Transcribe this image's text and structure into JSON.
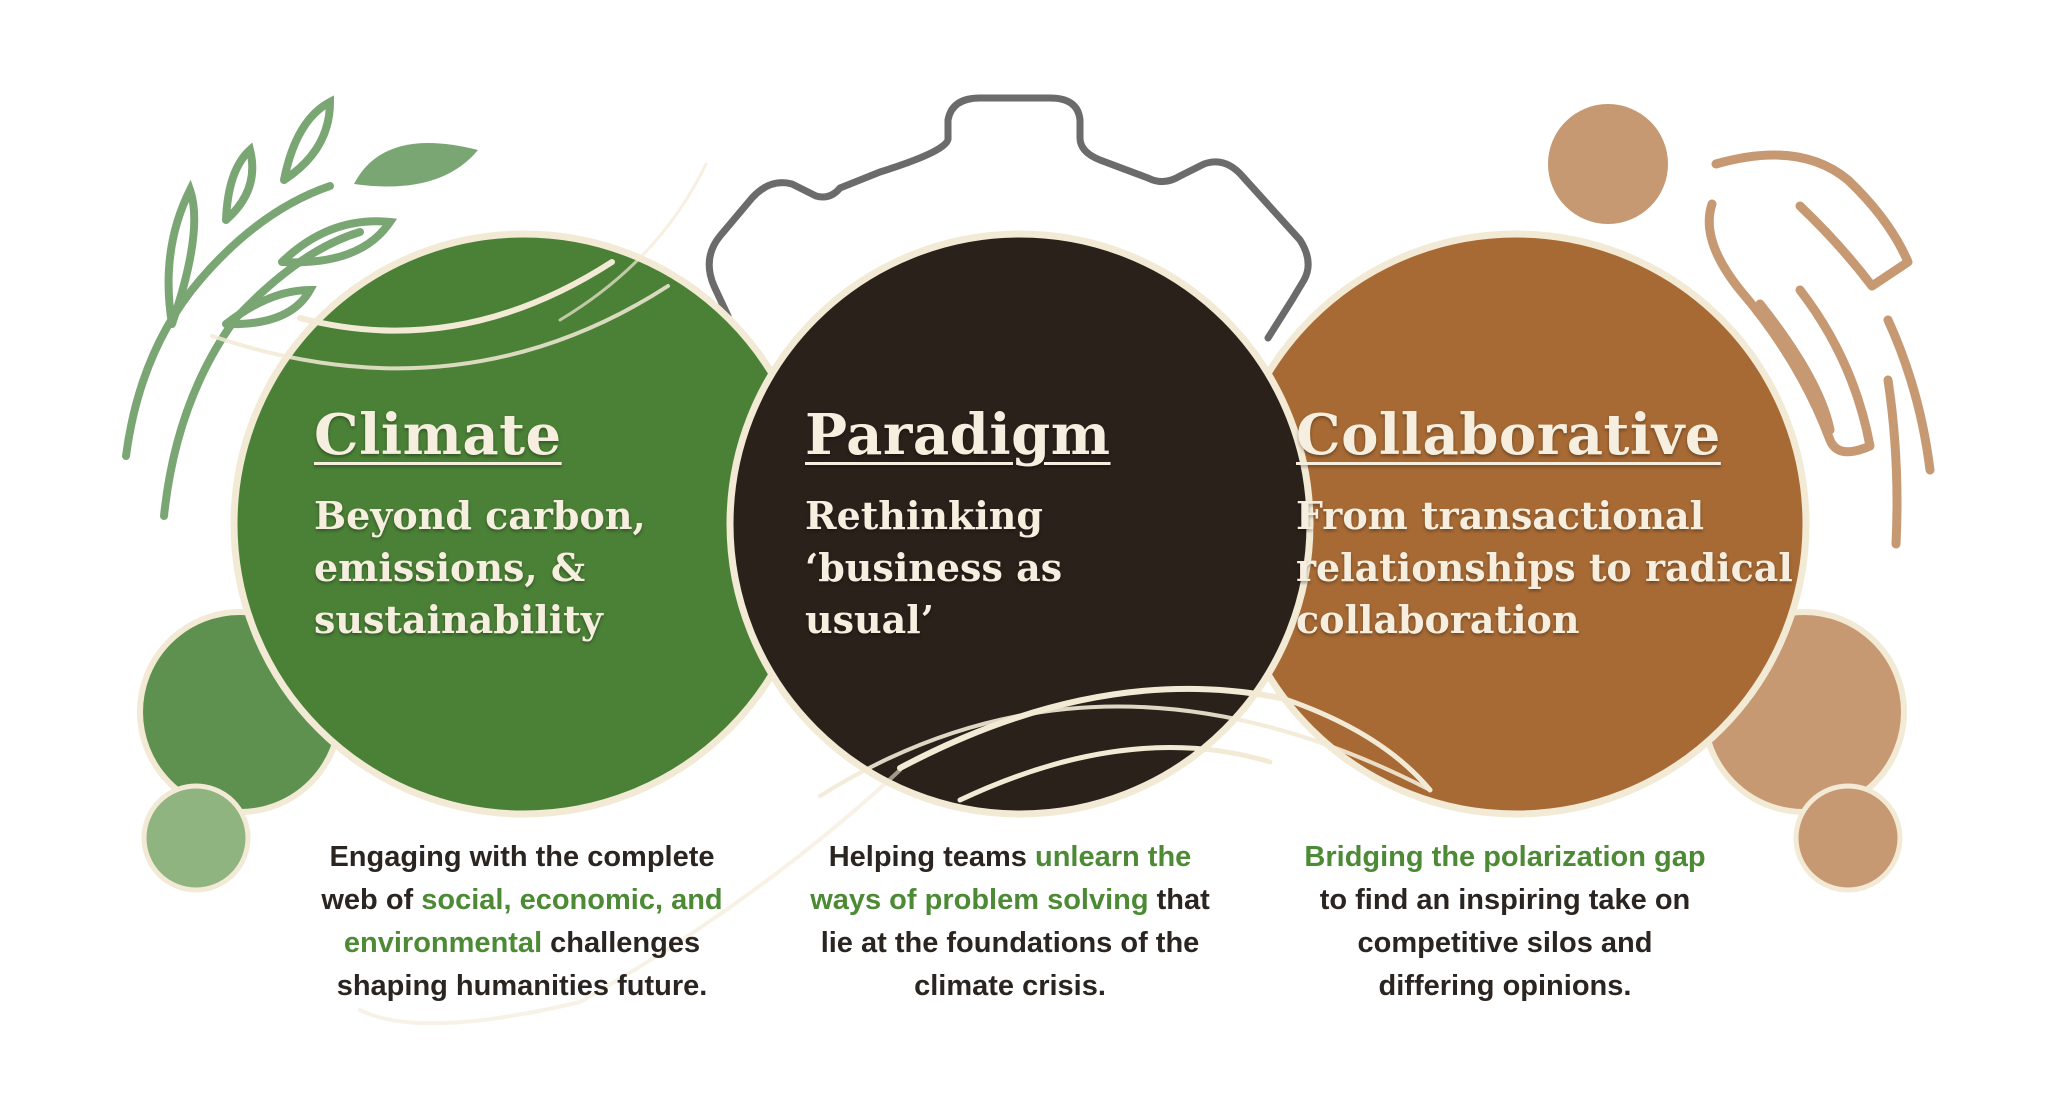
{
  "colors": {
    "climate": "#4b8137",
    "paradigm": "#2a211b",
    "collaborative": "#a76a35",
    "gear": "#6b6b6b",
    "leaf": "#7aa674",
    "copper_light": "#c69973",
    "cream": "#f3ead6",
    "highlight": "#4d8a36",
    "body_text": "#2b2521"
  },
  "icons": {
    "left": "wheat-leaves-icon",
    "center": "gear-icon",
    "right": "people-icon"
  },
  "circles": [
    {
      "id": "climate",
      "title": "Climate",
      "subtitle_lines": [
        "Beyond carbon,",
        "emissions, &",
        "sustainability"
      ]
    },
    {
      "id": "paradigm",
      "title": "Paradigm",
      "subtitle_lines": [
        "Rethinking",
        "‘business as",
        "usual’"
      ]
    },
    {
      "id": "collaborative",
      "title": "Collaborative",
      "subtitle_lines": [
        "From transactional",
        "relationships to radical",
        "collaboration"
      ]
    }
  ],
  "descriptions": {
    "climate": {
      "l1": "Engaging with the complete",
      "l2a": "web of ",
      "l2b": "social, economic, and",
      "l3a": "environmental",
      "l3b": " challenges",
      "l4": "shaping humanities future."
    },
    "paradigm": {
      "l1a": "Helping teams ",
      "l1b": "unlearn the",
      "l2a": "ways of problem solving",
      "l2b": " that",
      "l3": "lie at the foundations of the",
      "l4": "climate crisis."
    },
    "collaborative": {
      "l1": "Bridging the polarization gap",
      "l2": "to find an inspiring take on",
      "l3": "competitive silos and",
      "l4": "differing opinions."
    }
  }
}
